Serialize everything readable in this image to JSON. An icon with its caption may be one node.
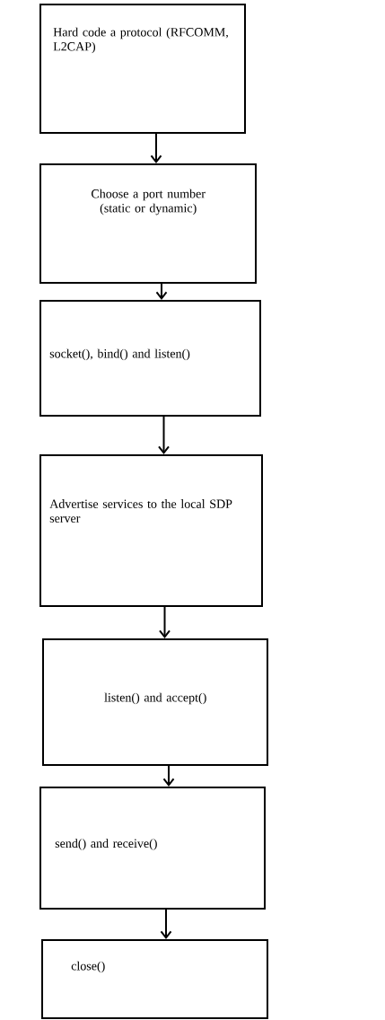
{
  "diagram": {
    "nodes": [
      {
        "text": [
          "Hard code a protocol (RFCOMM, L2CAP)"
        ]
      },
      {
        "text": [
          "Choose a port number (static or dynamic)"
        ]
      },
      {
        "text": [
          "socket(), bind() and listen()"
        ]
      },
      {
        "text": [
          "Advertise services to the local SDP server"
        ]
      },
      {
        "text": [
          "listen() and accept()"
        ]
      },
      {
        "text": [
          "send() and receive()"
        ]
      },
      {
        "text": [
          "close()"
        ]
      }
    ],
    "edges": [
      {
        "from": 0,
        "to": 1,
        "arrow": "to"
      },
      {
        "from": 1,
        "to": 2,
        "arrow": "to"
      },
      {
        "from": 2,
        "to": 3,
        "arrow": "to"
      },
      {
        "from": 3,
        "to": 4,
        "arrow": "to"
      },
      {
        "from": 4,
        "to": 5,
        "arrow": "to"
      },
      {
        "from": 5,
        "to": 6,
        "arrow": "to"
      }
    ]
  }
}
